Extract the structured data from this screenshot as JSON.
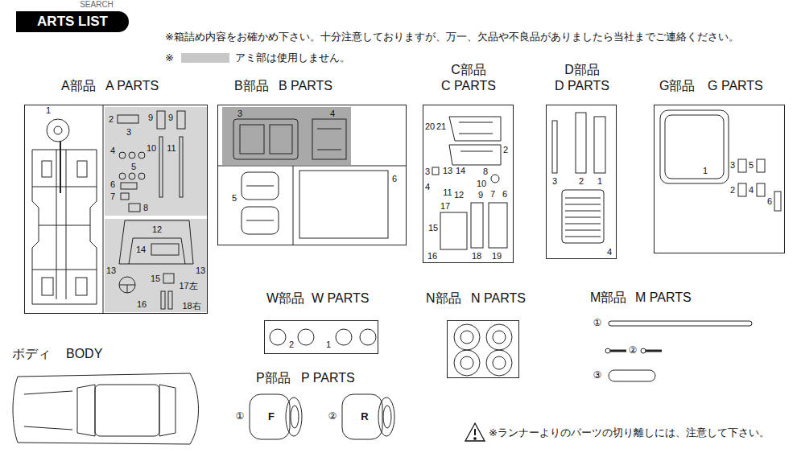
{
  "diagram": {
    "title": "ARTS LIST",
    "nodes": [
      {
        "text": [
          "A部品",
          "A PARTS"
        ]
      },
      {
        "text": [
          "B部品",
          "B PARTS"
        ]
      },
      {
        "text": [
          "C部品",
          "C PARTS"
        ]
      },
      {
        "text": [
          "D部品",
          "D PARTS"
        ]
      },
      {
        "text": [
          "G部品",
          "G PARTS"
        ]
      },
      {
        "text": [
          "W部品",
          "W PARTS"
        ]
      },
      {
        "text": [
          "N部品",
          "N PARTS"
        ]
      }
    ],
    "labels": [
      "SEARCH",
      "※箱詰め内容をお確かめ下さい。十分注意しておりますが、万一、欠品や不良品がありましたら当社までご連絡ください。",
      "※",
      "1",
      "2",
      "9",
      "9",
      "3",
      "4",
      "10",
      "11",
      "5",
      "6",
      "7",
      "8",
      "12",
      "14",
      "13",
      "13",
      "15",
      "16",
      "17左",
      "18右",
      "3",
      "4",
      "5",
      "6",
      "20",
      "21",
      "2",
      "3",
      "13",
      "14",
      "8",
      "4",
      "11",
      "12",
      "10",
      "9",
      "7",
      "6",
      "17",
      "15",
      "16",
      "18",
      "19",
      "3",
      "2",
      "1",
      "4",
      "1",
      "3",
      "5",
      "2",
      "4",
      "6",
      "2",
      "1",
      "ボディ",
      "BODY",
      "P部品",
      "P PARTS",
      "①",
      "F",
      "②",
      "R",
      "M部品",
      "M PARTS",
      "①",
      "②",
      "③",
      "※ランナーよりのパーツの切り離しには、注意して下さい。"
    ],
    "legend": [
      {
        "text": "アミ部は使用しません。",
        "color": "#c8c8c8"
      }
    ]
  }
}
